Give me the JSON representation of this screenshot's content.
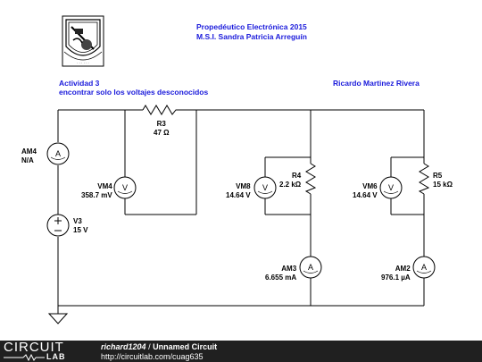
{
  "header": {
    "course": "Propedéutico Electrónica 2015",
    "instructor": "M.S.I. Sandra Patricia Arreguín",
    "activity": "Actividad 3",
    "task": "encontrar solo los voltajes desconocidos",
    "student": "Ricardo Martinez Rivera"
  },
  "components": {
    "am4": {
      "name": "AM4",
      "value": "N/A",
      "symbol": "A"
    },
    "v3": {
      "name": "V3",
      "value": "15 V"
    },
    "r3": {
      "name": "R3",
      "value": "47 Ω"
    },
    "vm4": {
      "name": "VM4",
      "value": "358.7 mV",
      "symbol": "V"
    },
    "vm8": {
      "name": "VM8",
      "value": "14.64 V",
      "symbol": "V"
    },
    "r4": {
      "name": "R4",
      "value": "2.2 kΩ"
    },
    "vm6": {
      "name": "VM6",
      "value": "14.64 V",
      "symbol": "V"
    },
    "r5": {
      "name": "R5",
      "value": "15 kΩ"
    },
    "am3": {
      "name": "AM3",
      "value": "6.655 mA",
      "symbol": "A"
    },
    "am2": {
      "name": "AM2",
      "value": "976.1 µA",
      "symbol": "A"
    }
  },
  "footer": {
    "brand_top": "CIRCUIT",
    "brand_bottom": "LAB",
    "user": "richard1204",
    "separator": "/",
    "circuit_name": "Unnamed Circuit",
    "url": "http://circuitlab.com/cuag635"
  },
  "colors": {
    "header_text": "#1a1adb",
    "wire": "#000000",
    "footer_bg": "#202020"
  }
}
